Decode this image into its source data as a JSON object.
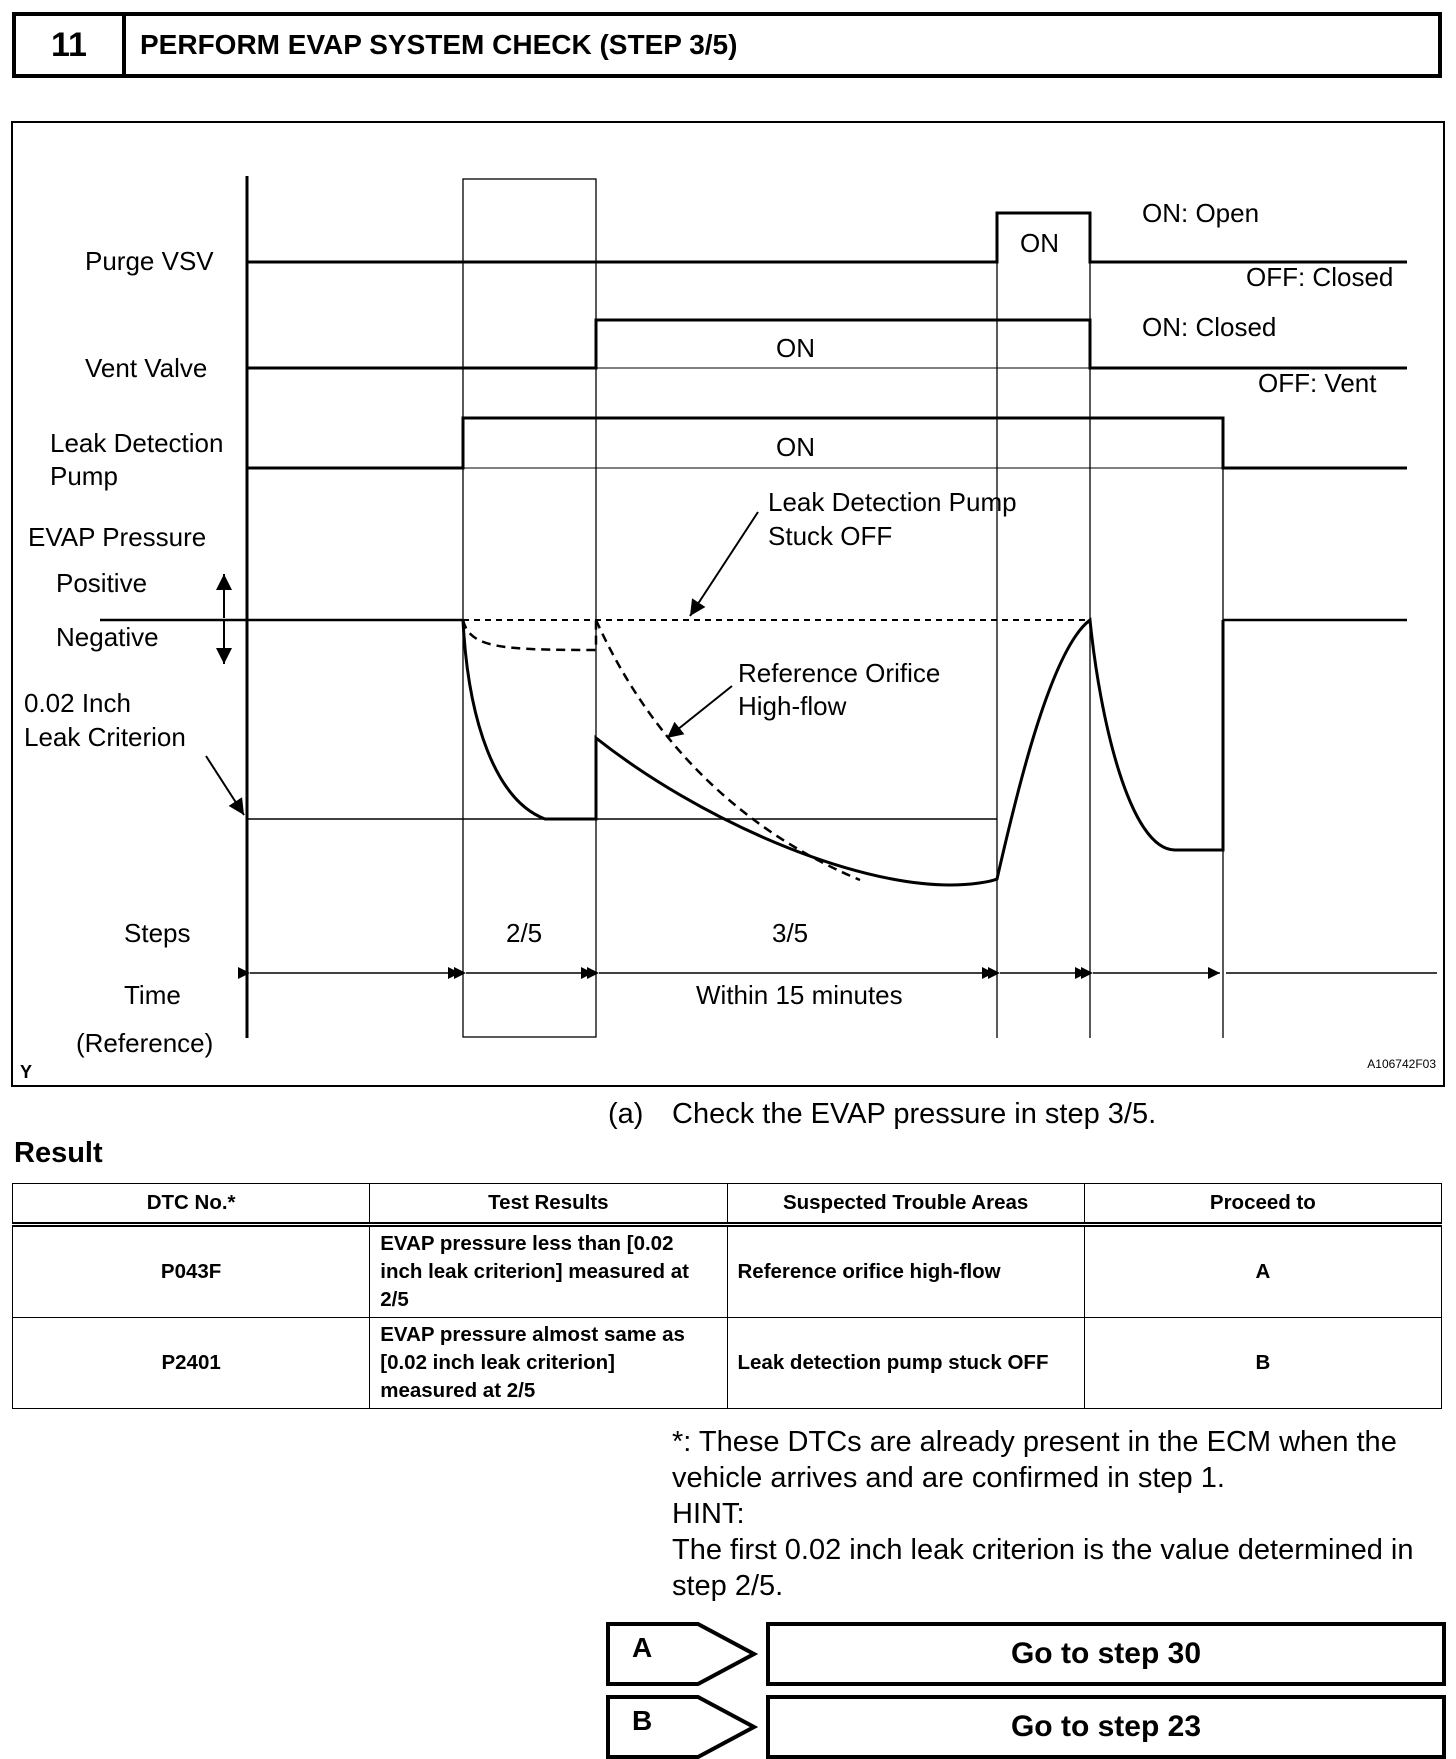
{
  "header": {
    "step_number": "11",
    "title": "PERFORM EVAP SYSTEM CHECK (STEP 3/5)"
  },
  "diagram": {
    "signals": [
      {
        "label": "Purge VSV",
        "state_on": "ON: Open",
        "state_off": "OFF: Closed",
        "pulse_label": "ON"
      },
      {
        "label": "Vent Valve",
        "state_on": "ON: Closed",
        "state_off": "OFF: Vent",
        "pulse_label": "ON"
      },
      {
        "label_line1": "Leak Detection",
        "label_line2": "Pump",
        "pulse_label": "ON"
      }
    ],
    "pressure": {
      "label": "EVAP Pressure",
      "positive": "Positive",
      "negative": "Negative",
      "criterion_line1": "0.02 Inch",
      "criterion_line2": "Leak Criterion"
    },
    "annotations": {
      "pump_stuck_line1": "Leak Detection Pump",
      "pump_stuck_line2": "Stuck OFF",
      "ref_orifice_line1": "Reference Orifice",
      "ref_orifice_line2": "High-flow"
    },
    "steps_label": "Steps",
    "step_a": "2/5",
    "step_b": "3/5",
    "time_label": "Time",
    "time_ref": "(Reference)",
    "time_note": "Within 15 minutes",
    "corner_mark": "Y",
    "figure_id": "A106742F03"
  },
  "caption": {
    "label": "(a)",
    "text": "Check the EVAP pressure in step 3/5."
  },
  "result": {
    "heading": "Result",
    "columns": [
      "DTC No.*",
      "Test Results",
      "Suspected Trouble Areas",
      "Proceed to"
    ],
    "rows": [
      {
        "dtc": "P043F",
        "test": "EVAP pressure less than [0.02 inch leak criterion] measured at 2/5",
        "area": "Reference orifice high-flow",
        "proceed": "A"
      },
      {
        "dtc": "P2401",
        "test": "EVAP pressure almost same as [0.02 inch leak criterion] measured at 2/5",
        "area": "Leak detection pump stuck OFF",
        "proceed": "B"
      }
    ]
  },
  "notes": {
    "footnote": "*: These DTCs are already present in the ECM when the vehicle arrives and are confirmed in step 1.",
    "hint_label": "HINT:",
    "hint_text": "The first 0.02 inch leak criterion is the value determined in step 2/5."
  },
  "navigation": [
    {
      "letter": "A",
      "action": "Go to step 30"
    },
    {
      "letter": "B",
      "action": "Go to step 23"
    }
  ]
}
